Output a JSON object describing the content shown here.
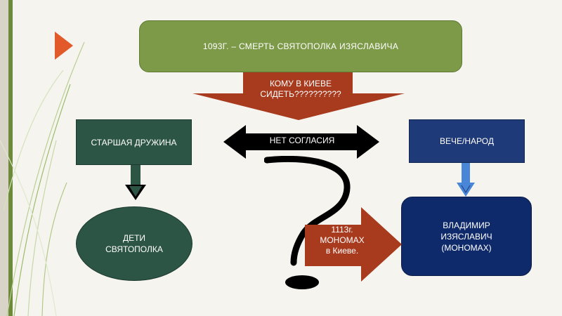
{
  "diagram": {
    "title": "1093Г. – СМЕРТЬ СВЯТОПОЛКА ИЗЯСЛАВИЧА",
    "question": "КОМУ В КИЕВЕ СИДЕТЬ??????????",
    "left_node": "СТАРШАЯ ДРУЖИНА",
    "right_node": "ВЕЧЕ/НАРОД",
    "conflict": "НЕТ СОГЛАСИЯ",
    "left_result": "ДЕТИ СВЯТОПОЛКА",
    "right_result": "ВЛАДИМИР ИЗЯСЛАВИЧ (МОНОМАХ)",
    "outcome": {
      "line1": "1113г.",
      "line2": "МОНОМАХ",
      "line3": "в Киеве."
    }
  },
  "colors": {
    "title_box": "#7d9a49",
    "question_arrow": "#a83a1e",
    "druzhina_box": "#2d5546",
    "veche_box": "#1f3a78",
    "vladimir_box": "#0f2a6b",
    "conflict_arrow": "#000000",
    "down_arrow_left": "#2d5546",
    "down_arrow_right": "#4a86d8",
    "accent_triangle": "#e25a2a"
  }
}
